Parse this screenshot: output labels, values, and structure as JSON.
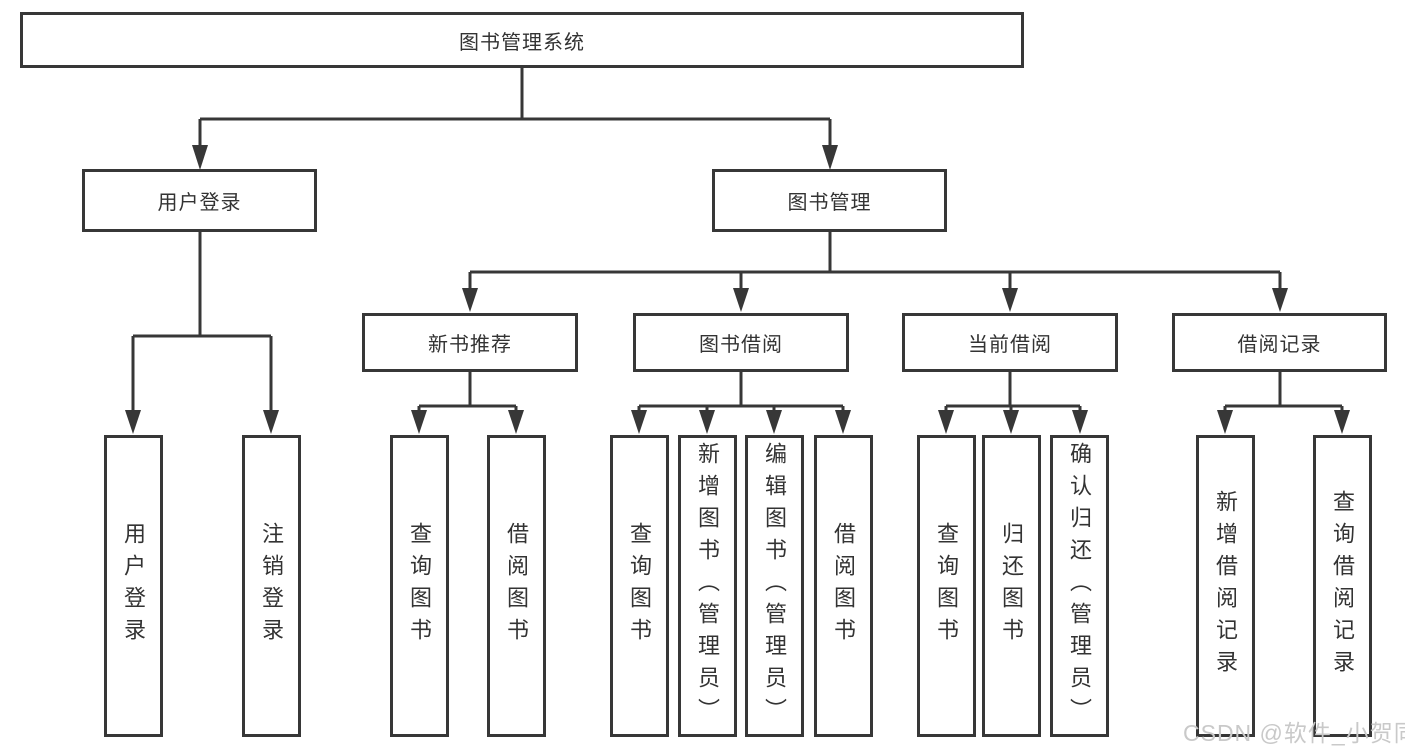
{
  "diagram": {
    "root": {
      "label": "图书管理系统"
    },
    "branches": [
      {
        "label": "用户登录",
        "children": [
          {
            "label": "用户登录"
          },
          {
            "label": "注销登录"
          }
        ]
      },
      {
        "label": "图书管理",
        "children": [
          {
            "label": "新书推荐",
            "children": [
              {
                "label": "查询图书"
              },
              {
                "label": "借阅图书"
              }
            ]
          },
          {
            "label": "图书借阅",
            "children": [
              {
                "label": "查询图书"
              },
              {
                "label": "新增图书（管理员）"
              },
              {
                "label": "编辑图书（管理员）"
              },
              {
                "label": "借阅图书"
              }
            ]
          },
          {
            "label": "当前借阅",
            "children": [
              {
                "label": "查询图书"
              },
              {
                "label": "归还图书"
              },
              {
                "label": "确认归还（管理员）"
              }
            ]
          },
          {
            "label": "借阅记录",
            "children": [
              {
                "label": "新增借阅记录"
              },
              {
                "label": "查询借阅记录"
              }
            ]
          }
        ]
      }
    ]
  },
  "watermark": {
    "text": "CSDN @软件_小贺同学"
  },
  "colors": {
    "line": "#373737",
    "text": "#333333",
    "background": "#ffffff",
    "watermark": "#c9c9c9"
  }
}
